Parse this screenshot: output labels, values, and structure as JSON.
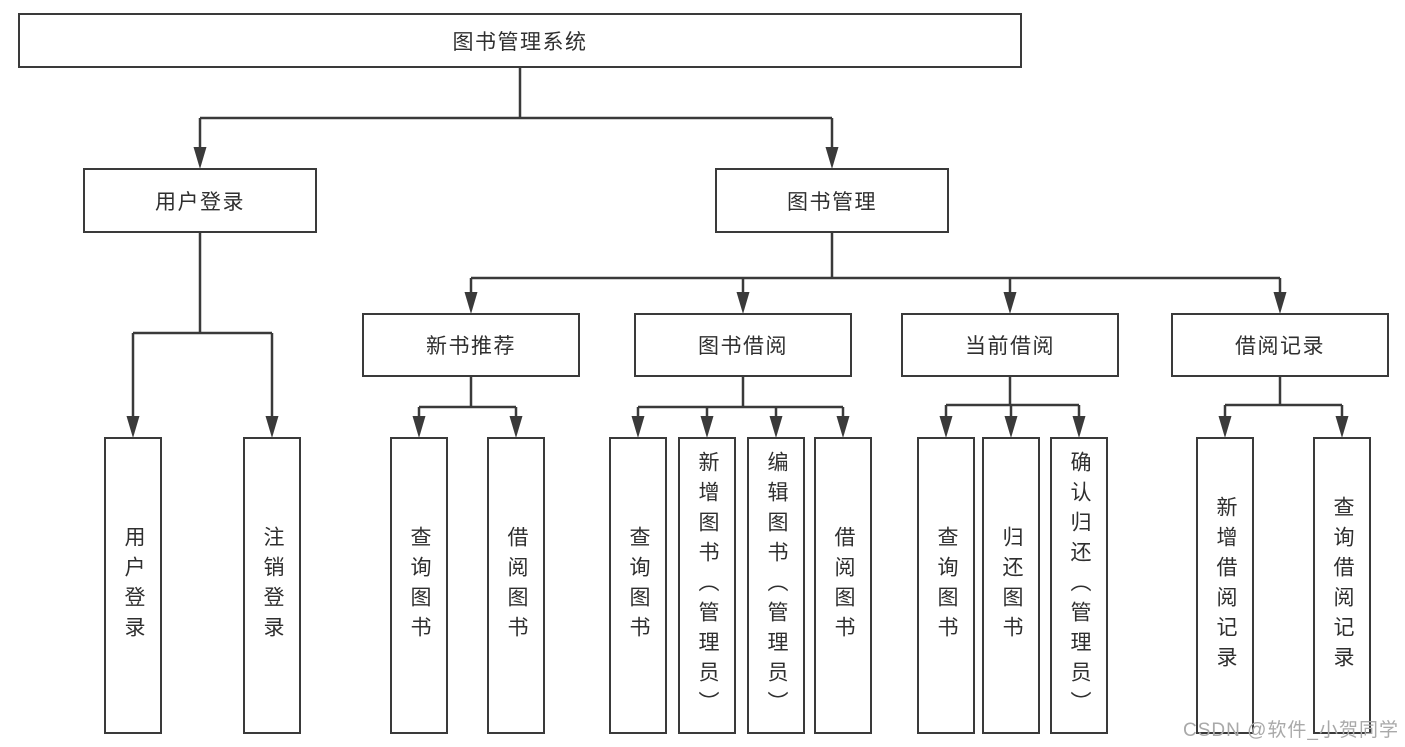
{
  "watermark": "CSDN @软件_小贺同学",
  "colors": {
    "line": "#3a3a3a",
    "box_border": "#3a3a3a",
    "text": "#2f2f2f",
    "watermark": "#a9a9a9",
    "background": "#ffffff"
  },
  "tree": {
    "label": "图书管理系统",
    "children": [
      {
        "label": "用户登录",
        "children": [
          {
            "label": "用户登录"
          },
          {
            "label": "注销登录"
          }
        ]
      },
      {
        "label": "图书管理",
        "children": [
          {
            "label": "新书推荐",
            "children": [
              {
                "label": "查询图书"
              },
              {
                "label": "借阅图书"
              }
            ]
          },
          {
            "label": "图书借阅",
            "children": [
              {
                "label": "查询图书"
              },
              {
                "label": "新增图书（管理员）"
              },
              {
                "label": "编辑图书（管理员）"
              },
              {
                "label": "借阅图书"
              }
            ]
          },
          {
            "label": "当前借阅",
            "children": [
              {
                "label": "查询图书"
              },
              {
                "label": "归还图书"
              },
              {
                "label": "确认归还（管理员）"
              }
            ]
          },
          {
            "label": "借阅记录",
            "children": [
              {
                "label": "新增借阅记录"
              },
              {
                "label": "查询借阅记录"
              }
            ]
          }
        ]
      }
    ]
  }
}
